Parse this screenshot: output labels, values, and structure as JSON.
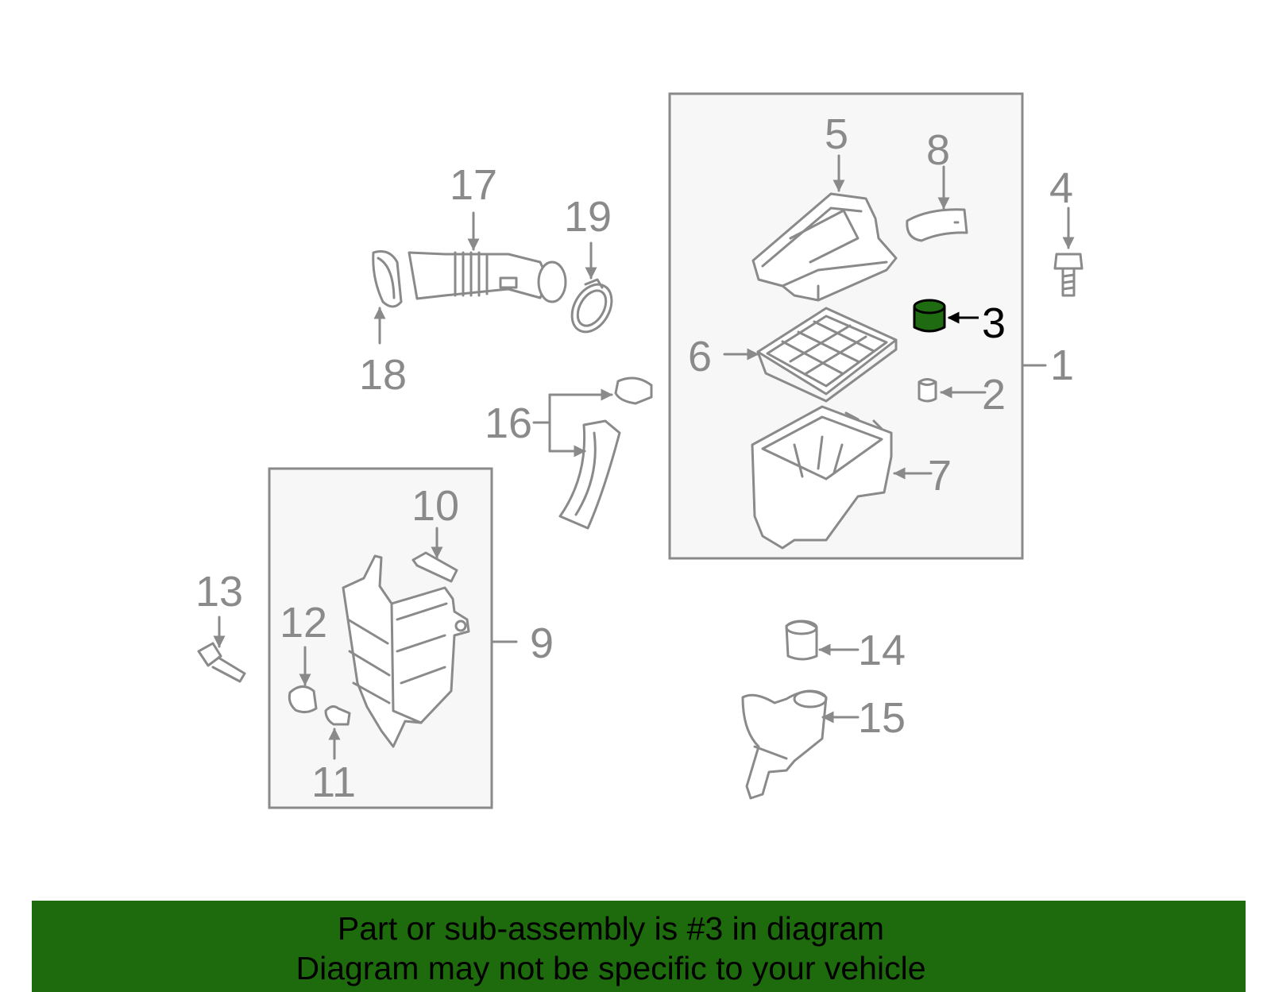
{
  "colors": {
    "line": "#8a8a8a",
    "box_fill": "#f7f7f7",
    "highlight_fill": "#1f6b12",
    "banner_bg": "#1d6b0c",
    "banner_text": "#000000"
  },
  "callouts": [
    {
      "id": "1",
      "label": "1"
    },
    {
      "id": "2",
      "label": "2"
    },
    {
      "id": "3",
      "label": "3",
      "highlighted": true
    },
    {
      "id": "4",
      "label": "4"
    },
    {
      "id": "5",
      "label": "5"
    },
    {
      "id": "6",
      "label": "6"
    },
    {
      "id": "7",
      "label": "7"
    },
    {
      "id": "8",
      "label": "8"
    },
    {
      "id": "9",
      "label": "9"
    },
    {
      "id": "10",
      "label": "10"
    },
    {
      "id": "11",
      "label": "11"
    },
    {
      "id": "12",
      "label": "12"
    },
    {
      "id": "13",
      "label": "13"
    },
    {
      "id": "14",
      "label": "14"
    },
    {
      "id": "15",
      "label": "15"
    },
    {
      "id": "16",
      "label": "16"
    },
    {
      "id": "17",
      "label": "17"
    },
    {
      "id": "18",
      "label": "18"
    },
    {
      "id": "19",
      "label": "19"
    }
  ],
  "banner": {
    "line1": "Part or sub-assembly is #3 in diagram",
    "line2": "Diagram may not be specific to your vehicle"
  }
}
